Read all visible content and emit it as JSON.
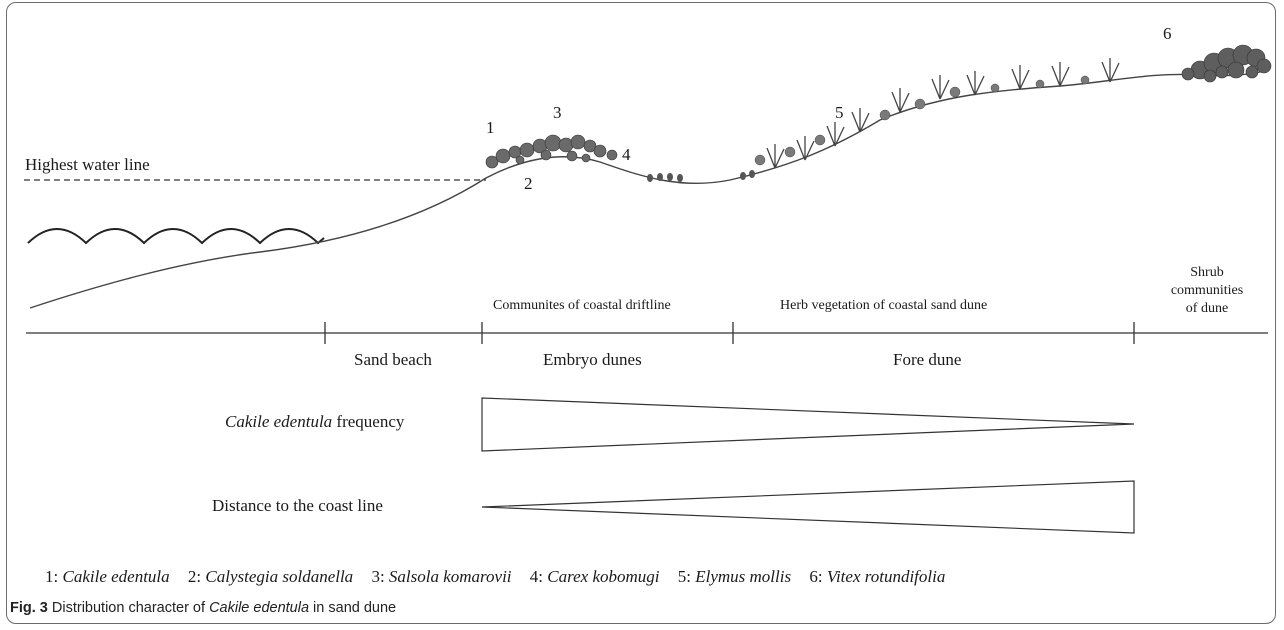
{
  "water_line_label": "Highest water line",
  "plant_numbers": [
    "1",
    "2",
    "3",
    "4",
    "5",
    "6"
  ],
  "zone_top_labels": {
    "driftline": "Communites of coastal driftline",
    "herb": "Herb vegetation of coastal sand dune",
    "shrub_lines": [
      "Shrub",
      "communities",
      "of dune"
    ]
  },
  "zone_labels": {
    "sand_beach": "Sand beach",
    "embryo_dunes": "Embryo dunes",
    "fore_dune": "Fore dune"
  },
  "frequency": {
    "species": "Cakile edentula",
    "suffix": " frequency"
  },
  "distance_label": "Distance to the coast line",
  "legend": [
    {
      "num": "1:",
      "species": "Cakile edentula"
    },
    {
      "num": "2:",
      "species": "Calystegia soldanella"
    },
    {
      "num": "3:",
      "species": "Salsola komarovii"
    },
    {
      "num": "4:",
      "species": "Carex kobomugi"
    },
    {
      "num": "5:",
      "species": "Elymus mollis"
    },
    {
      "num": "6:",
      "species": "Vitex rotundifolia"
    }
  ],
  "caption": {
    "fig": "Fig. 3",
    "text_before": " Distribution character of ",
    "species": "Cakile edentula",
    "text_after": " in sand dune"
  }
}
